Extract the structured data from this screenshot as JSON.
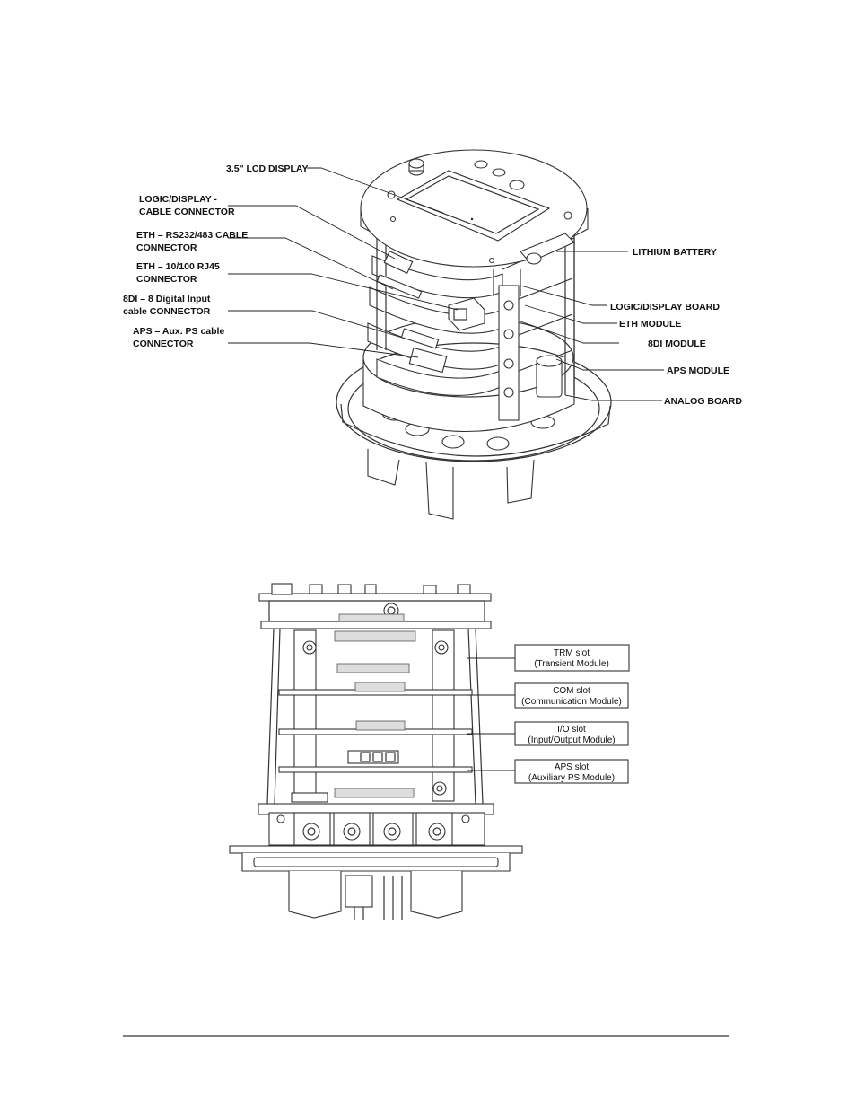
{
  "figure1": {
    "labels_left": [
      {
        "line1": "3.5\" LCD DISPLAY",
        "line2": ""
      },
      {
        "line1": "LOGIC/DISPLAY -",
        "line2": "CABLE CONNECTOR"
      },
      {
        "line1": "ETH – RS232/483 CABLE",
        "line2": "CONNECTOR"
      },
      {
        "line1": "ETH – 10/100 RJ45",
        "line2": "CONNECTOR"
      },
      {
        "line1": "8DI – 8 Digital Input",
        "line2": "cable CONNECTOR"
      },
      {
        "line1": "APS – Aux. PS cable",
        "line2": "CONNECTOR"
      }
    ],
    "labels_right": [
      "LITHIUM BATTERY",
      "LOGIC/DISPLAY BOARD",
      "ETH MODULE",
      "8DI MODULE",
      "APS MODULE",
      "ANALOG BOARD"
    ]
  },
  "figure2": {
    "slots": [
      {
        "line1": "TRM slot",
        "line2": "(Transient Module)"
      },
      {
        "line1": "COM slot",
        "line2": "(Communication Module)"
      },
      {
        "line1": "I/O slot",
        "line2": "(Input/Output Module)"
      },
      {
        "line1": "APS slot",
        "line2": "(Auxiliary PS Module)"
      }
    ]
  },
  "colors": {
    "ink": "#222222",
    "paper": "#ffffff"
  }
}
